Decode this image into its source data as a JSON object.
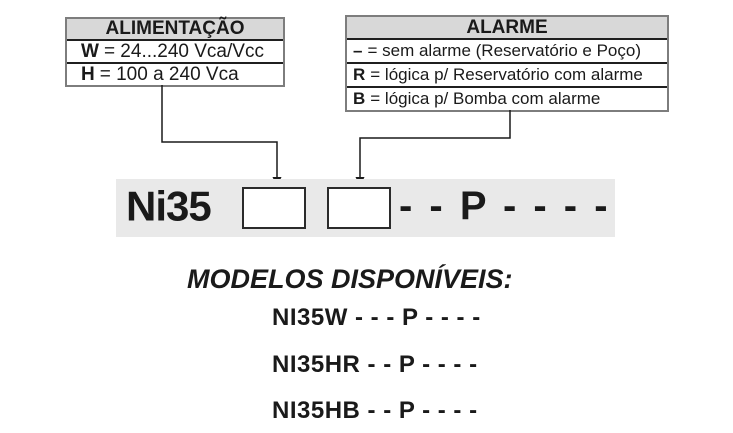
{
  "alimentacao_table": {
    "title": "ALIMENTAÇÃO",
    "rows": [
      {
        "code": "W",
        "desc": "= 24...240 Vca/Vcc"
      },
      {
        "code": "H",
        "desc": "= 100 a 240 Vca"
      }
    ]
  },
  "alarme_table": {
    "title": "ALARME",
    "rows": [
      {
        "code": "–",
        "desc": "= sem alarme (Reservatório e Poço)"
      },
      {
        "code": "R",
        "desc": "= lógica p/ Reservatório com alarme"
      },
      {
        "code": "B",
        "desc": "= lógica p/ Bomba com alarme"
      }
    ]
  },
  "model_code": {
    "prefix": "Ni35",
    "suffix": "- - P - - - -"
  },
  "models": {
    "heading": "MODELOS DISPONÍVEIS:",
    "items": [
      "NI35W - - - P - - - -",
      "NI35HR - - P - - - -",
      "NI35HB - - P - - - -"
    ]
  },
  "colors": {
    "bar_background": "#e9e9e9",
    "table_header_background": "#d8d8d8",
    "table_outer_border": "#7d7d7d",
    "table_inner_border": "#1f1f1f",
    "text": "#1a1a1a",
    "page_background": "#ffffff"
  }
}
